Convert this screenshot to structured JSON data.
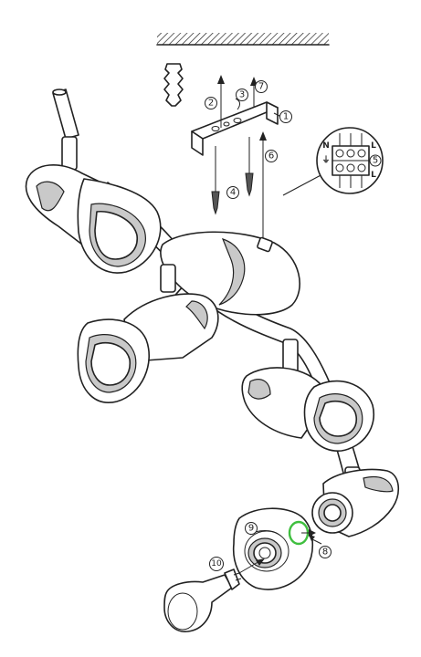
{
  "callouts": [
    "1",
    "2",
    "3",
    "4",
    "5",
    "6",
    "7",
    "8",
    "9",
    "10"
  ],
  "terminals": {
    "left": "N",
    "right": "L",
    "ground": "⏚",
    "right_num": "5"
  },
  "colors": {
    "line": "#222222",
    "highlight": "#3fbf3f",
    "fill_gray": "#c9c9c9"
  }
}
